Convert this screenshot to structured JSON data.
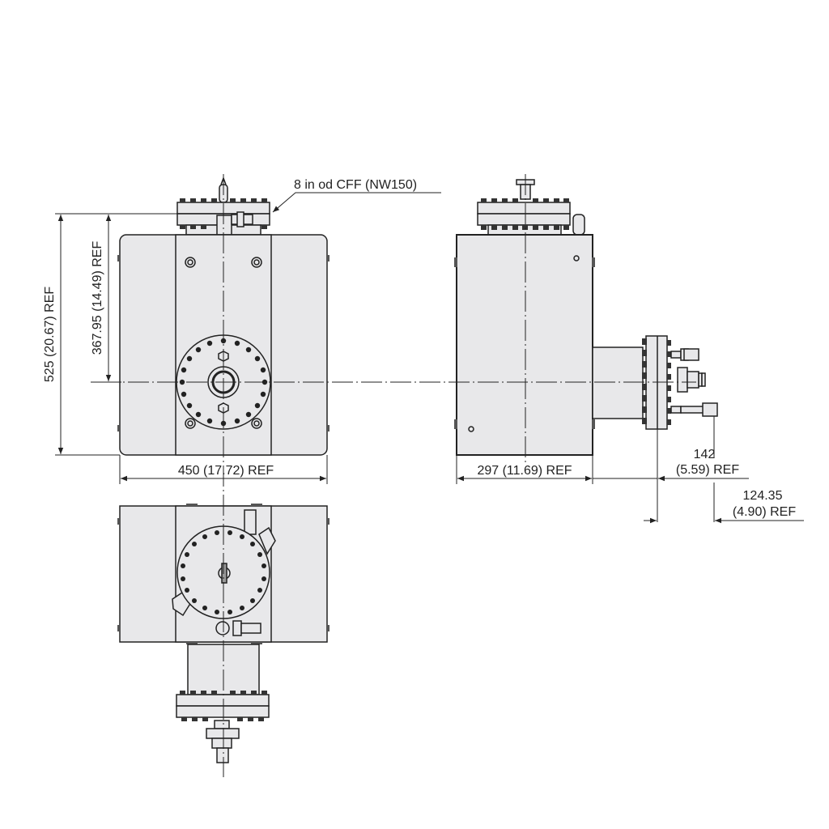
{
  "drawing": {
    "fill_color": "#e8e8ea",
    "line_color": "#222222",
    "annotations": {
      "flange_callout": "8 in od CFF (NW150)",
      "height_total": "525 (20.67) REF",
      "height_center": "367.95 (14.49) REF",
      "width_front": "450 (17.72) REF",
      "depth_side": "297 (11.69) REF",
      "side_flange_offset_value": "142",
      "side_flange_offset_ref": "(5.59) REF",
      "side_port_offset_value": "124.35",
      "side_port_offset_ref": "(4.90) REF"
    },
    "views": [
      "front-view",
      "side-view",
      "top-view"
    ]
  }
}
